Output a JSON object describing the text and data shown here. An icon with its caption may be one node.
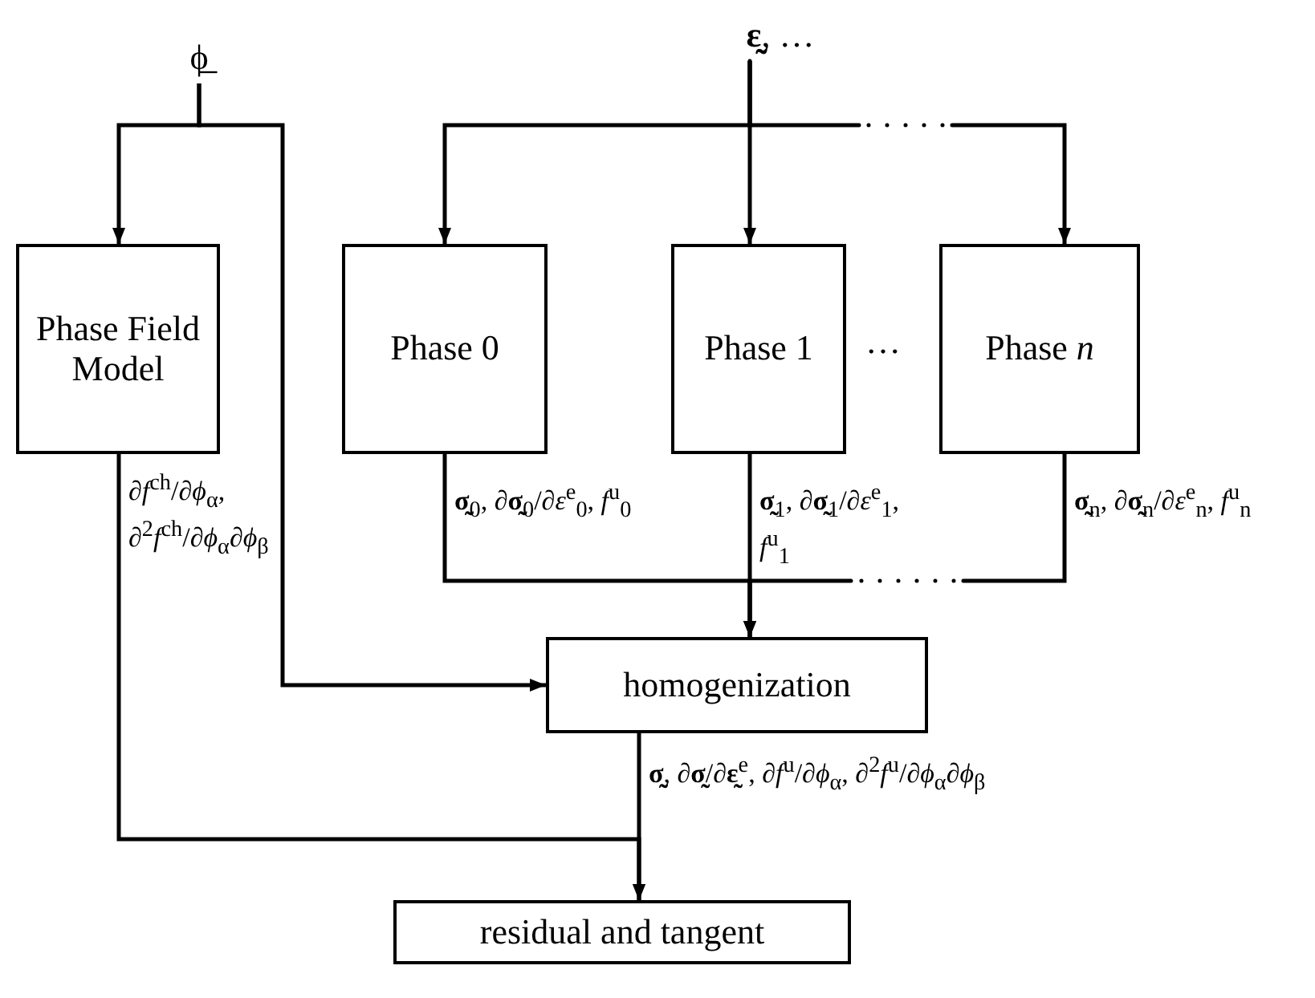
{
  "diagram": {
    "nodes": [
      {
        "text": [
          "ϕ̲"
        ]
      },
      {
        "text": [
          "**ε̰**, …"
        ]
      },
      {
        "text": [
          "Phase Field Model"
        ]
      },
      {
        "text": [
          "Phase 0"
        ]
      },
      {
        "text": [
          "Phase 1"
        ]
      },
      {
        "text": [
          "Phase *n*"
        ]
      },
      {
        "text": [
          "homogenization"
        ]
      },
      {
        "text": [
          "residual and tangent"
        ]
      }
    ],
    "edges": [
      {
        "from": 0,
        "to": 2,
        "arrow": "to"
      },
      {
        "from": 0,
        "to": 6,
        "arrow": "to"
      },
      {
        "from": 1,
        "to": 3,
        "arrow": "to"
      },
      {
        "from": 1,
        "to": 4,
        "arrow": "to"
      },
      {
        "from": 1,
        "to": 5,
        "arrow": "to",
        "style": "dashed"
      },
      {
        "from": 3,
        "to": 6,
        "arrow": "to",
        "label": "**σ̰**$_{0}$, ∂**σ̰**$_{0}$/∂*ε*$^{e}$$_{0}$, *f*$^{u}$$_{0}$"
      },
      {
        "from": 4,
        "to": 6,
        "arrow": "to",
        "label": "**σ̰**$_{1}$, ∂**σ̰**$_{1}$/∂*ε*$^{e}$$_{1}$, *f*$^{u}$$_{1}$"
      },
      {
        "from": 5,
        "to": 6,
        "arrow": "to",
        "style": "dashed",
        "label": "**σ̰**$_{n}$, ∂**σ̰**$_{n}$/∂*ε*$^{e}$$_{n}$, *f*$^{u}$$_{n}$"
      },
      {
        "from": 2,
        "to": 7,
        "arrow": "to",
        "label": "∂*f*$^{ch}$/∂*ϕ*$_{α}$, ∂$^{2}$*f*$^{ch}$/∂*ϕ*$_{α}$∂*ϕ*$_{β}$"
      },
      {
        "from": 6,
        "to": 7,
        "arrow": "to",
        "label": "**σ̰**, ∂**σ̰**/∂**ε̰**$^{e}$, ∂*f*$^{u}$/∂*ϕ*$_{α}$, ∂$^{2}$*f*$^{u}$/∂*ϕ*$_{α}$∂*ϕ*$_{β}$"
      }
    ],
    "labels": [
      "…"
    ]
  }
}
